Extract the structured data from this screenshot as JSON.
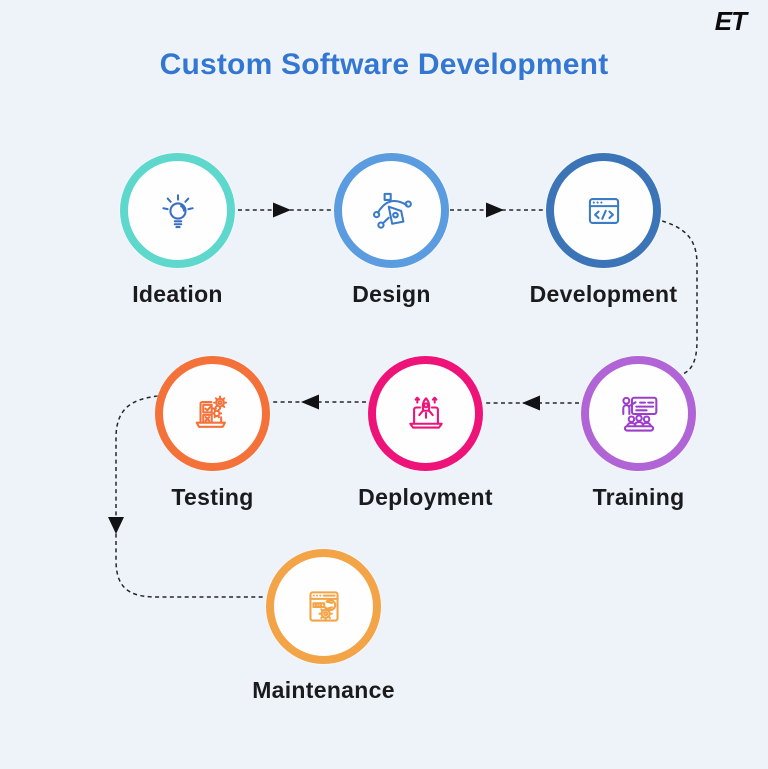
{
  "page": {
    "title": "Custom Software Development",
    "logo": "ET",
    "background": "#edf3f9",
    "title_color": "#3477d3"
  },
  "steps": [
    {
      "label": "Ideation",
      "icon": "lightbulb-icon",
      "ring_color": "#5ed8cd",
      "icon_color": "#3a6fc4"
    },
    {
      "label": "Design",
      "icon": "pen-tool-icon",
      "ring_color": "#5b9be0",
      "icon_color": "#3a7bc8"
    },
    {
      "label": "Development",
      "icon": "code-window-icon",
      "ring_color": "#3c74b8",
      "icon_color": "#3a7bc8"
    },
    {
      "label": "Training",
      "icon": "presentation-icon",
      "ring_color": "#b164d6",
      "icon_color": "#9b3fc9"
    },
    {
      "label": "Deployment",
      "icon": "rocket-launch-icon",
      "ring_color": "#ee1378",
      "icon_color": "#ee1378"
    },
    {
      "label": "Testing",
      "icon": "testing-gears-icon",
      "ring_color": "#f4713a",
      "icon_color": "#f4713a"
    },
    {
      "label": "Maintenance",
      "icon": "wrench-gear-icon",
      "ring_color": "#f3a447",
      "icon_color": "#f3a447"
    }
  ],
  "connectors": [
    {
      "from": "Ideation",
      "to": "Design"
    },
    {
      "from": "Design",
      "to": "Development"
    },
    {
      "from": "Development",
      "to": "Training"
    },
    {
      "from": "Training",
      "to": "Deployment"
    },
    {
      "from": "Deployment",
      "to": "Testing"
    },
    {
      "from": "Testing",
      "to": "Maintenance"
    }
  ]
}
